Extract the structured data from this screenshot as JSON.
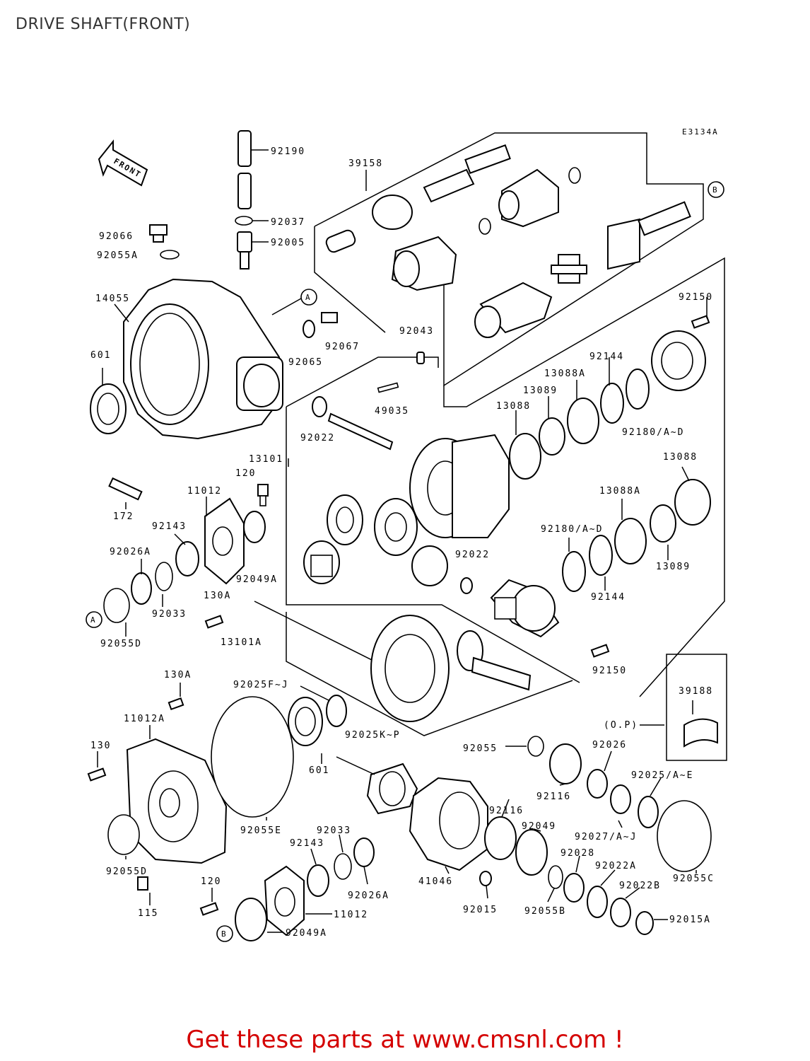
{
  "page": {
    "title": "DRIVE SHAFT(FRONT)",
    "diagram_code": "E3134A",
    "front_arrow_label": "FRONT",
    "footer_cta": "Get these parts at www.cmsnl.com !"
  },
  "callouts": {
    "A": "A",
    "B": "B"
  },
  "parts": [
    {
      "id": "p92190",
      "label": "92190"
    },
    {
      "id": "p39158",
      "label": "39158"
    },
    {
      "id": "p92037",
      "label": "92037"
    },
    {
      "id": "p92066",
      "label": "92066"
    },
    {
      "id": "p92005",
      "label": "92005"
    },
    {
      "id": "p92055A",
      "label": "92055A"
    },
    {
      "id": "p14055",
      "label": "14055"
    },
    {
      "id": "p601_top",
      "label": "601"
    },
    {
      "id": "p92067",
      "label": "92067"
    },
    {
      "id": "p92065",
      "label": "92065"
    },
    {
      "id": "p92043",
      "label": "92043"
    },
    {
      "id": "p92150_top",
      "label": "92150"
    },
    {
      "id": "p92144_top",
      "label": "92144"
    },
    {
      "id": "p13088A_top",
      "label": "13088A"
    },
    {
      "id": "p13089_top",
      "label": "13089"
    },
    {
      "id": "p13088_top",
      "label": "13088"
    },
    {
      "id": "p92180_top",
      "label": "92180/A~D"
    },
    {
      "id": "p49035",
      "label": "49035"
    },
    {
      "id": "p92022_top",
      "label": "92022"
    },
    {
      "id": "p13101",
      "label": "13101"
    },
    {
      "id": "p120_top",
      "label": "120"
    },
    {
      "id": "p11012_top",
      "label": "11012"
    },
    {
      "id": "p172",
      "label": "172"
    },
    {
      "id": "p92143_top",
      "label": "92143"
    },
    {
      "id": "p92026A_top",
      "label": "92026A"
    },
    {
      "id": "p92049A_top",
      "label": "92049A"
    },
    {
      "id": "p92033_top",
      "label": "92033"
    },
    {
      "id": "p130A_top",
      "label": "130A"
    },
    {
      "id": "p92055D_top",
      "label": "92055D"
    },
    {
      "id": "p13101A",
      "label": "13101A"
    },
    {
      "id": "p13088_right",
      "label": "13088"
    },
    {
      "id": "p13088A_right",
      "label": "13088A"
    },
    {
      "id": "p92180_right",
      "label": "92180/A~D"
    },
    {
      "id": "p13089_right",
      "label": "13089"
    },
    {
      "id": "p92022_mid",
      "label": "92022"
    },
    {
      "id": "p92144_right",
      "label": "92144"
    },
    {
      "id": "p92150_bottom",
      "label": "92150"
    },
    {
      "id": "p39188",
      "label": "39188"
    },
    {
      "id": "p_op",
      "label": "(O.P)"
    },
    {
      "id": "p130A_bottom",
      "label": "130A"
    },
    {
      "id": "p92025FJ",
      "label": "92025F~J"
    },
    {
      "id": "p11012A",
      "label": "11012A"
    },
    {
      "id": "p130",
      "label": "130"
    },
    {
      "id": "p92025KP",
      "label": "92025K~P"
    },
    {
      "id": "p601_bottom",
      "label": "601"
    },
    {
      "id": "p92055",
      "label": "92055"
    },
    {
      "id": "p92026",
      "label": "92026"
    },
    {
      "id": "p92116_a",
      "label": "92116"
    },
    {
      "id": "p92025AE",
      "label": "92025/A~E"
    },
    {
      "id": "p92055E",
      "label": "92055E"
    },
    {
      "id": "p92033_bottom",
      "label": "92033"
    },
    {
      "id": "p92143_bottom",
      "label": "92143"
    },
    {
      "id": "p92116_b",
      "label": "92116"
    },
    {
      "id": "p92049",
      "label": "92049"
    },
    {
      "id": "p92027",
      "label": "92027/A~J"
    },
    {
      "id": "p92055D_bottom",
      "label": "92055D"
    },
    {
      "id": "p92028",
      "label": "92028"
    },
    {
      "id": "p92022A",
      "label": "92022A"
    },
    {
      "id": "p92055C",
      "label": "92055C"
    },
    {
      "id": "p92026A_bottom",
      "label": "92026A"
    },
    {
      "id": "p41046",
      "label": "41046"
    },
    {
      "id": "p92022B",
      "label": "92022B"
    },
    {
      "id": "p120_bottom",
      "label": "120"
    },
    {
      "id": "p11012_bottom",
      "label": "11012"
    },
    {
      "id": "p115",
      "label": "115"
    },
    {
      "id": "p92015",
      "label": "92015"
    },
    {
      "id": "p92055B",
      "label": "92055B"
    },
    {
      "id": "p92015A",
      "label": "92015A"
    },
    {
      "id": "p92049A_bottom",
      "label": "92049A"
    }
  ]
}
